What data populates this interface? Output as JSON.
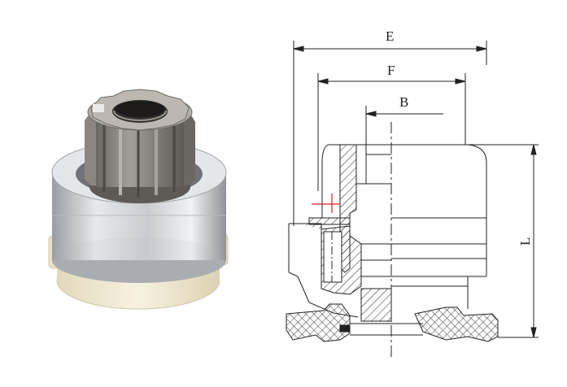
{
  "figure": {
    "photo_alt": "",
    "dimensions": {
      "E": "E",
      "F": "F",
      "B": "B",
      "L": "L"
    }
  },
  "colors": {
    "line": "#222222",
    "metal_light": "#d9dcdf",
    "metal_dark": "#8e9095",
    "gear": "#7e7a74",
    "plastic": "#f1ead2",
    "accent_red": "#cc2222"
  }
}
